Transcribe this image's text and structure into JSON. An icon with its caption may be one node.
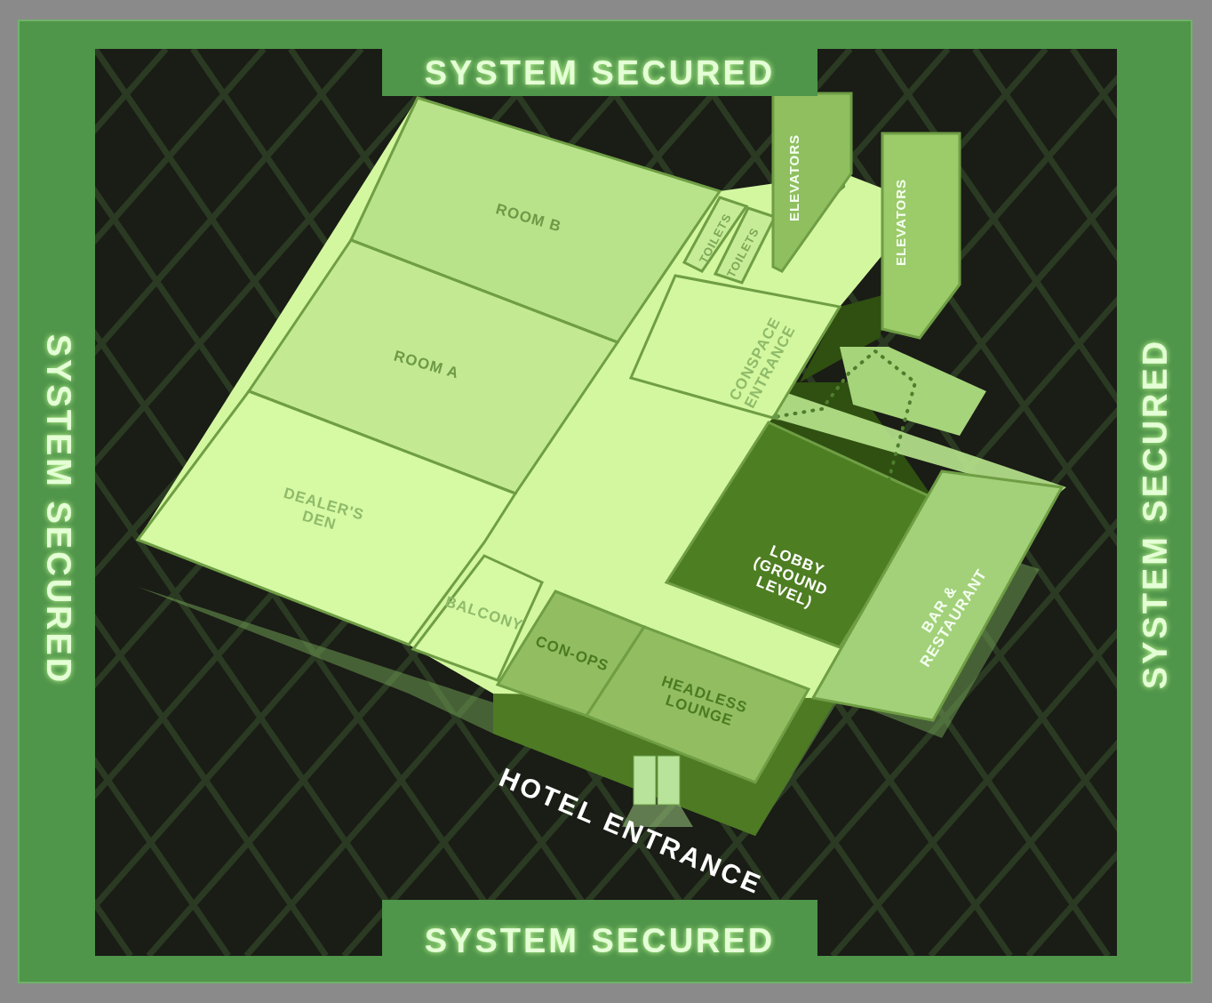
{
  "diagram": {
    "nodes": [
      {
        "text": [
          "ROOM B"
        ]
      },
      {
        "text": [
          "TOILETS"
        ]
      },
      {
        "text": [
          "TOILETS"
        ]
      },
      {
        "text": [
          "ELEVATORS"
        ]
      },
      {
        "text": [
          "ELEVATORS"
        ]
      },
      {
        "text": [
          "ROOM A"
        ]
      },
      {
        "text": [
          "CONSPACE ENTRANCE"
        ]
      },
      {
        "text": [
          "DEALER'S DEN"
        ]
      },
      {
        "text": [
          "LOBBY (GROUND LEVEL)"
        ]
      },
      {
        "text": [
          "BAR & RESTAURANT"
        ]
      },
      {
        "text": [
          "BALCONY"
        ]
      },
      {
        "text": [
          "CON-OPS"
        ]
      },
      {
        "text": [
          "HEADLESS LOUNGE"
        ]
      }
    ],
    "edges": [
      {
        "from": 8,
        "to": 6,
        "arrow": "to",
        "style": "dashed"
      }
    ],
    "labels": [
      "SYSTEM SECURED",
      "SYSTEM SECURED",
      "SYSTEM SECURED",
      "HOTEL ENTRANCE",
      "SYSTEM SECURED"
    ]
  }
}
